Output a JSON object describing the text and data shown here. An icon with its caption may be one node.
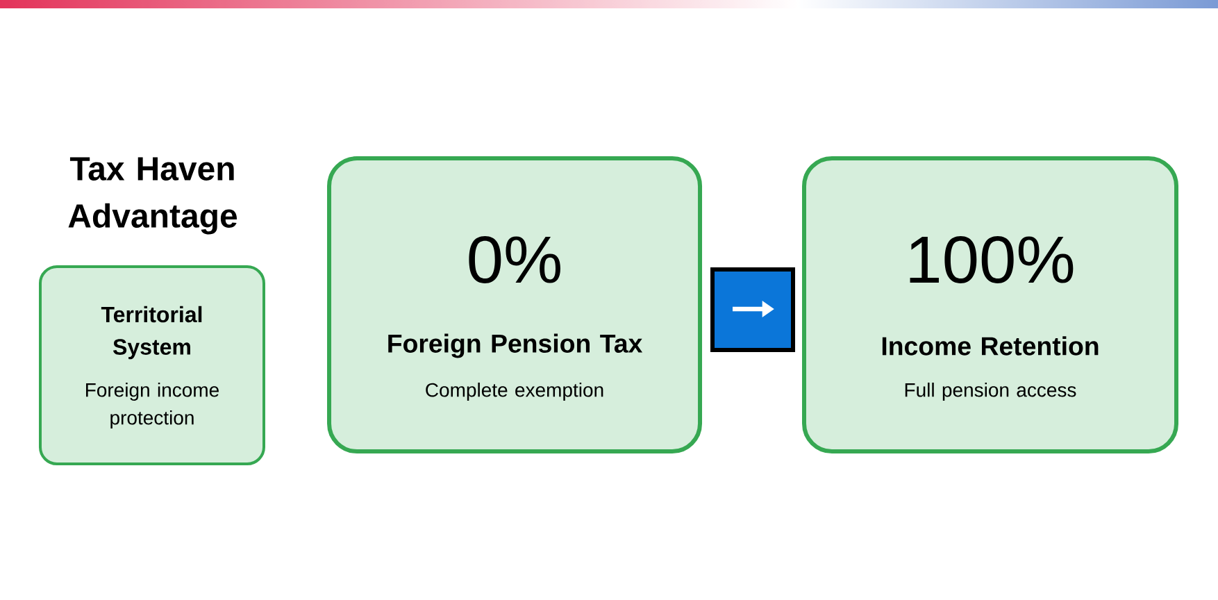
{
  "diagram": {
    "title": "Tax Haven Advantage",
    "nodes": [
      {
        "text": [
          "Territorial System",
          "Foreign income protection"
        ]
      },
      {
        "text": [
          "0%",
          "Foreign Pension Tax",
          "Complete exemption"
        ]
      },
      {
        "text": [
          "100%",
          "Income Retention",
          "Full pension access"
        ]
      }
    ],
    "edges": [
      {
        "from": 1,
        "to": 2,
        "arrow": "to"
      }
    ]
  }
}
